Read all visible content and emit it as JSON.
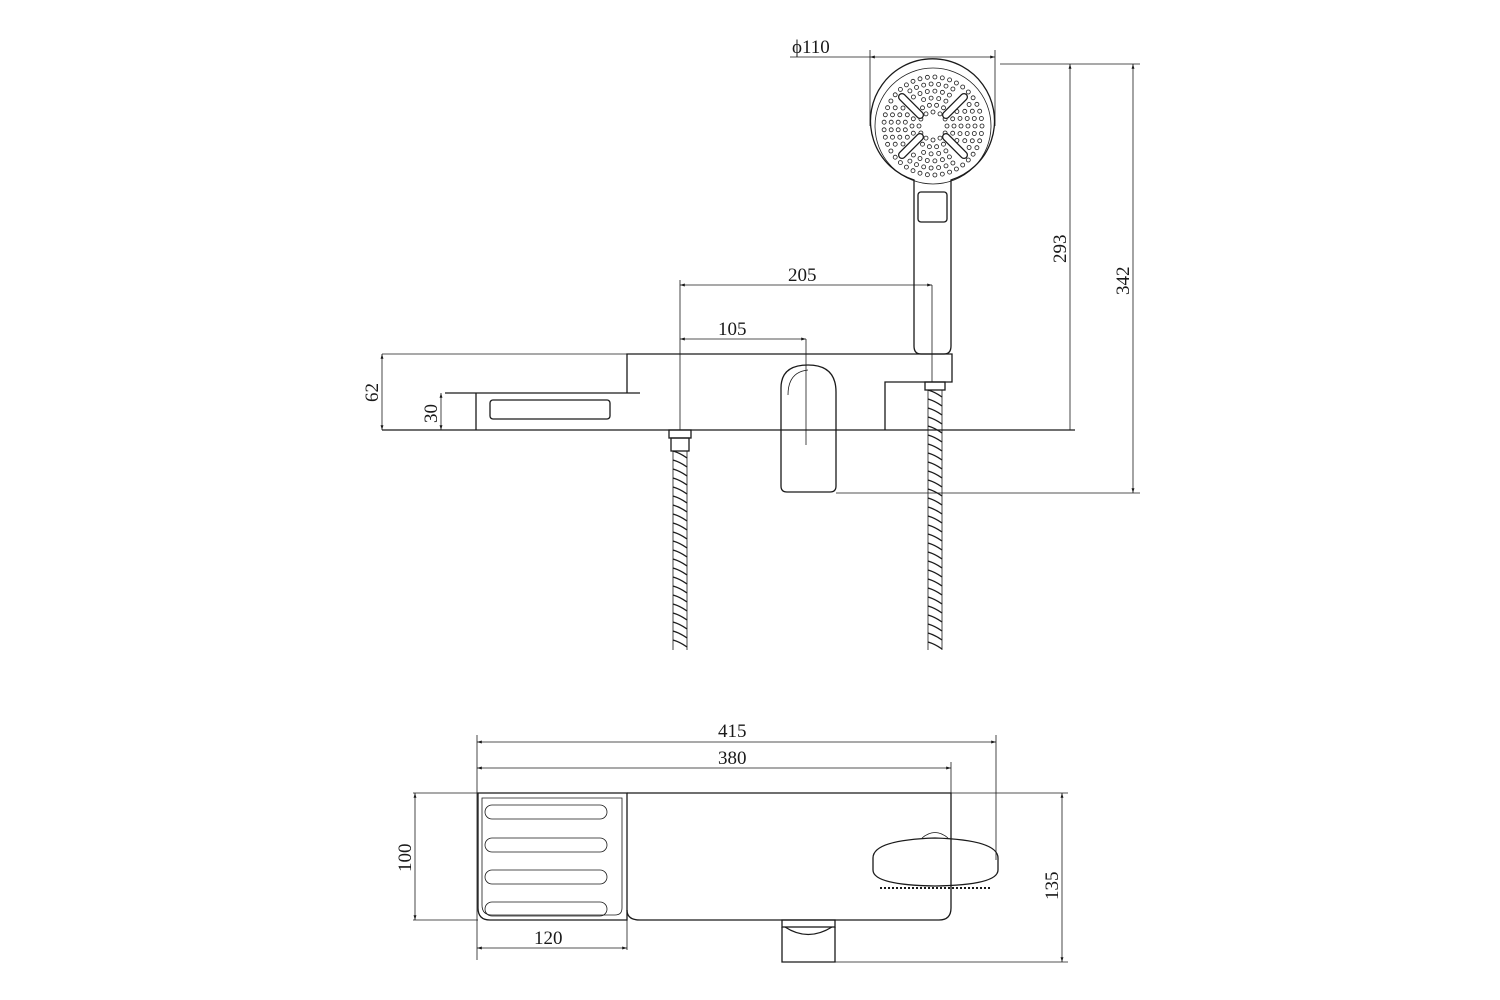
{
  "drawing": {
    "front_view": {
      "showerhead_diameter": "ϕ110",
      "hose_spacing_outer": "205",
      "hose_to_lever": "105",
      "body_height": "62",
      "tray_height": "30",
      "showerhead_height": "293",
      "overall_height": "342"
    },
    "top_view": {
      "overall_width": "415",
      "body_width": "380",
      "tray_width": "120",
      "body_depth": "100",
      "overall_depth": "135"
    }
  }
}
